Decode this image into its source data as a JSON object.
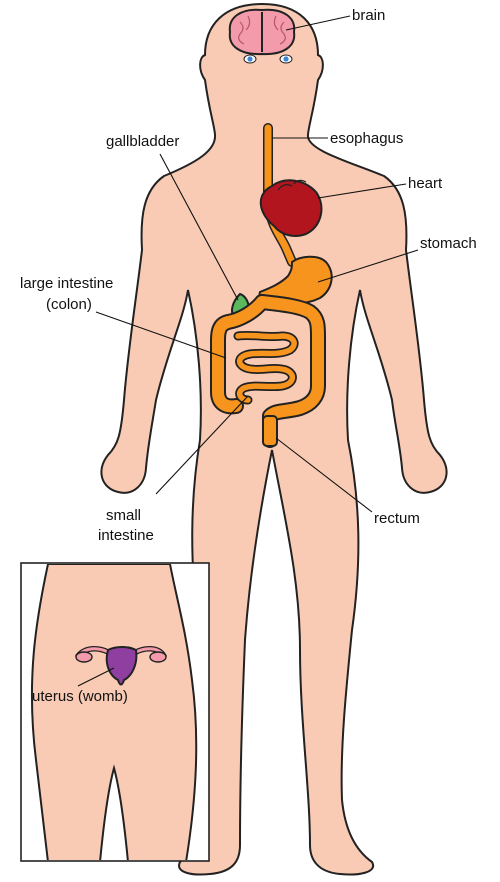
{
  "labels": {
    "brain": "brain",
    "esophagus": "esophagus",
    "gallbladder": "gallbladder",
    "heart": "heart",
    "stomach": "stomach",
    "large_intestine_line1": "large intestine",
    "large_intestine_line2": "(colon)",
    "small_intestine_line1": "small",
    "small_intestine_line2": "intestine",
    "rectum": "rectum",
    "uterus": "uterus (womb)"
  },
  "colors": {
    "skin": "#f9cbb4",
    "outline": "#222222",
    "brain": "#f39bab",
    "heart": "#b3151f",
    "digestive": "#f7941d",
    "gallbladder": "#5cb85c",
    "uterus": "#8e3fa0",
    "ovary": "#f39bab",
    "eyes": "#3b86d6"
  }
}
